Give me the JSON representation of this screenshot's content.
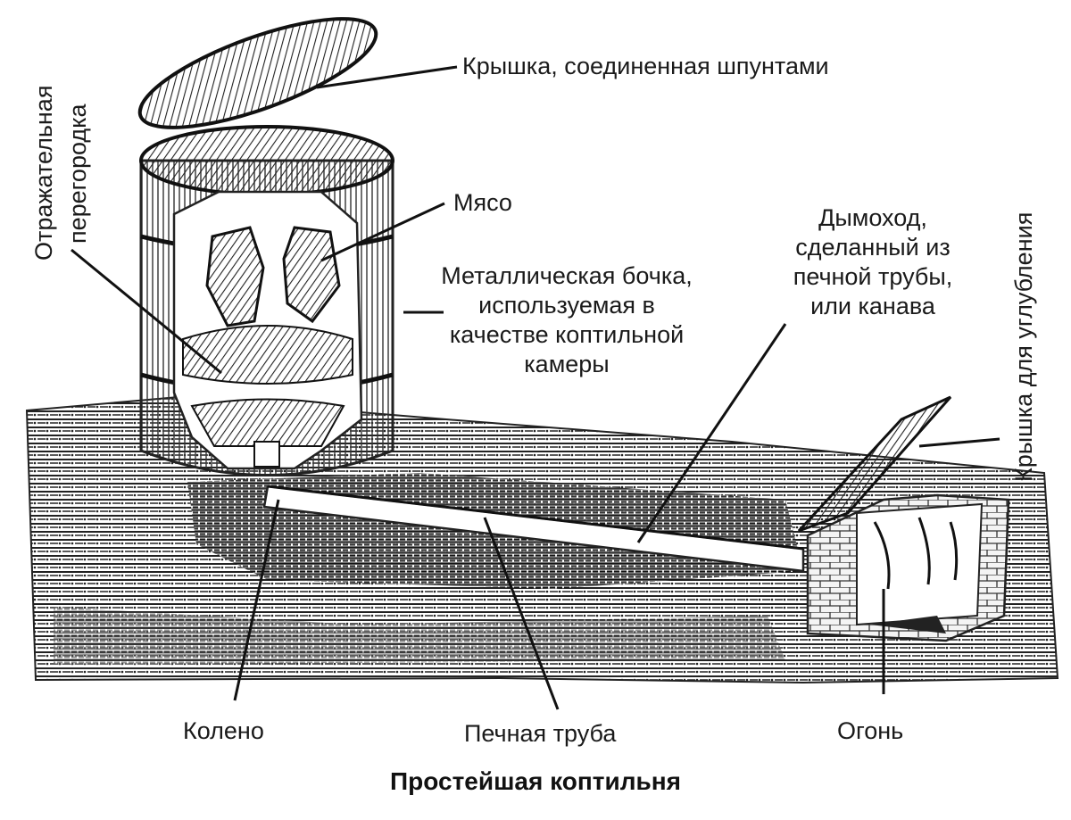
{
  "labels": {
    "lid": "Крышка, соединенная шпунтами",
    "baffle_line1": "Отражательная",
    "baffle_line2": "перегородка",
    "meat": "Мясо",
    "barrel_line1": "Металлическая бочка,",
    "barrel_line2": "используемая в",
    "barrel_line3": "качестве коптильной",
    "barrel_line4": "камеры",
    "chimney_line1": "Дымоход,",
    "chimney_line2": "сделанный из",
    "chimney_line3": "печной трубы,",
    "chimney_line4": "или канава",
    "pit_cover": "Крышка для углубления",
    "elbow": "Колено",
    "stovepipe": "Печная труба",
    "fire": "Огонь"
  },
  "caption": "Простейшая коптильня"
}
